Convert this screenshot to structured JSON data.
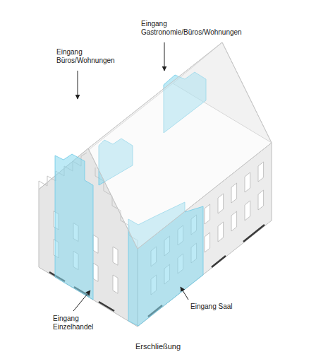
{
  "diagram": {
    "caption": "Erschließung",
    "labels": [
      "Eingang Gastronomie/Büros/Wohnungen",
      "Eingang Büros/Wohnungen",
      "Eingang Einzelhandel",
      "Eingang Saal"
    ]
  }
}
